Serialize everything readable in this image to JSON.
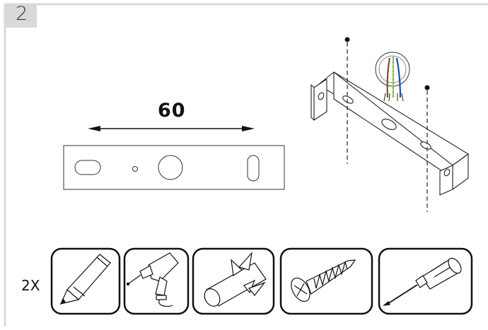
{
  "step": {
    "number": "2"
  },
  "measurement": {
    "value": "60"
  },
  "quantity": {
    "label": "2X"
  },
  "icons": [
    "pencil-icon",
    "drill-icon",
    "wall-plug-icon",
    "screw-icon",
    "screwdriver-icon"
  ]
}
